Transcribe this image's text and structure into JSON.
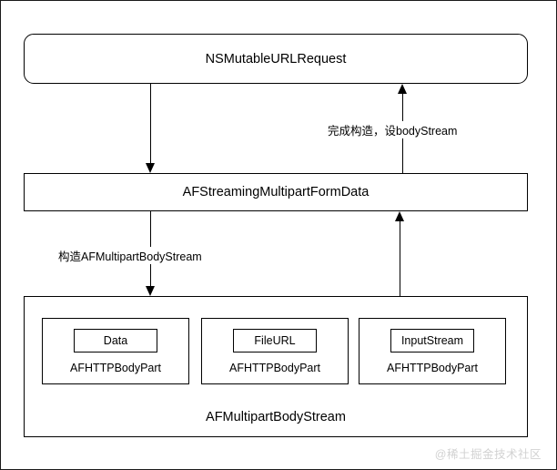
{
  "diagram": {
    "nodes": {
      "request": {
        "label": "NSMutableURLRequest"
      },
      "formdata": {
        "label": "AFStreamingMultipartFormData"
      },
      "bodystream": {
        "label": "AFMultipartBodyStream",
        "parts": [
          {
            "source": "Data",
            "type": "AFHTTPBodyPart"
          },
          {
            "source": "FileURL",
            "type": "AFHTTPBodyPart"
          },
          {
            "source": "InputStream",
            "type": "AFHTTPBodyPart"
          }
        ]
      }
    },
    "edges": {
      "request_to_formdata": {
        "label": ""
      },
      "formdata_to_request": {
        "label": "完成构造，设bodyStream"
      },
      "formdata_to_bodystream": {
        "label": "构造AFMultipartBodyStream"
      },
      "bodystream_to_formdata": {
        "label": ""
      }
    },
    "colors": {
      "stroke": "#000000",
      "background": "#ffffff",
      "watermark": "#d2d2d2"
    }
  },
  "watermark": {
    "text": "@稀土掘金技术社区"
  }
}
